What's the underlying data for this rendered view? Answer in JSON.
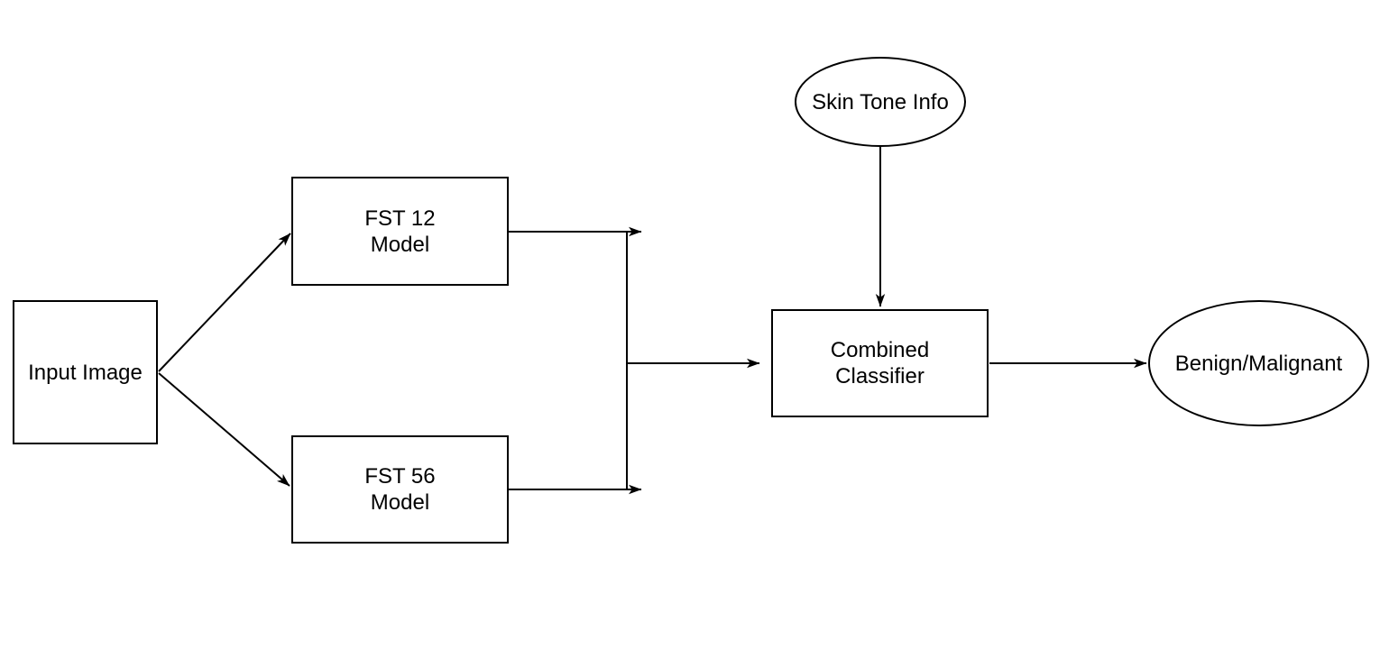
{
  "diagram": {
    "nodes": [
      {
        "id": "input-image",
        "shape": "rect",
        "label": "Input Image"
      },
      {
        "id": "fst12-model",
        "shape": "rect",
        "label": "FST 12\nModel"
      },
      {
        "id": "fst56-model",
        "shape": "rect",
        "label": "FST 56\nModel"
      },
      {
        "id": "skin-tone-info",
        "shape": "ellipse",
        "label": "Skin Tone Info"
      },
      {
        "id": "combined-classifier",
        "shape": "rect",
        "label": "Combined\nClassifier"
      },
      {
        "id": "benign-malignant",
        "shape": "ellipse",
        "label": "Benign/Malignant"
      }
    ],
    "edges": [
      {
        "from": "input-image",
        "to": "fst12-model"
      },
      {
        "from": "input-image",
        "to": "fst56-model"
      },
      {
        "from": "fst12-model",
        "to": "merge-junction"
      },
      {
        "from": "fst56-model",
        "to": "merge-junction"
      },
      {
        "from": "merge-junction",
        "to": "combined-classifier"
      },
      {
        "from": "skin-tone-info",
        "to": "combined-classifier"
      },
      {
        "from": "combined-classifier",
        "to": "benign-malignant"
      }
    ],
    "colors": {
      "stroke": "#000000",
      "node_fill": "#ffffff",
      "text": "#000000",
      "background": "#ffffff"
    }
  }
}
